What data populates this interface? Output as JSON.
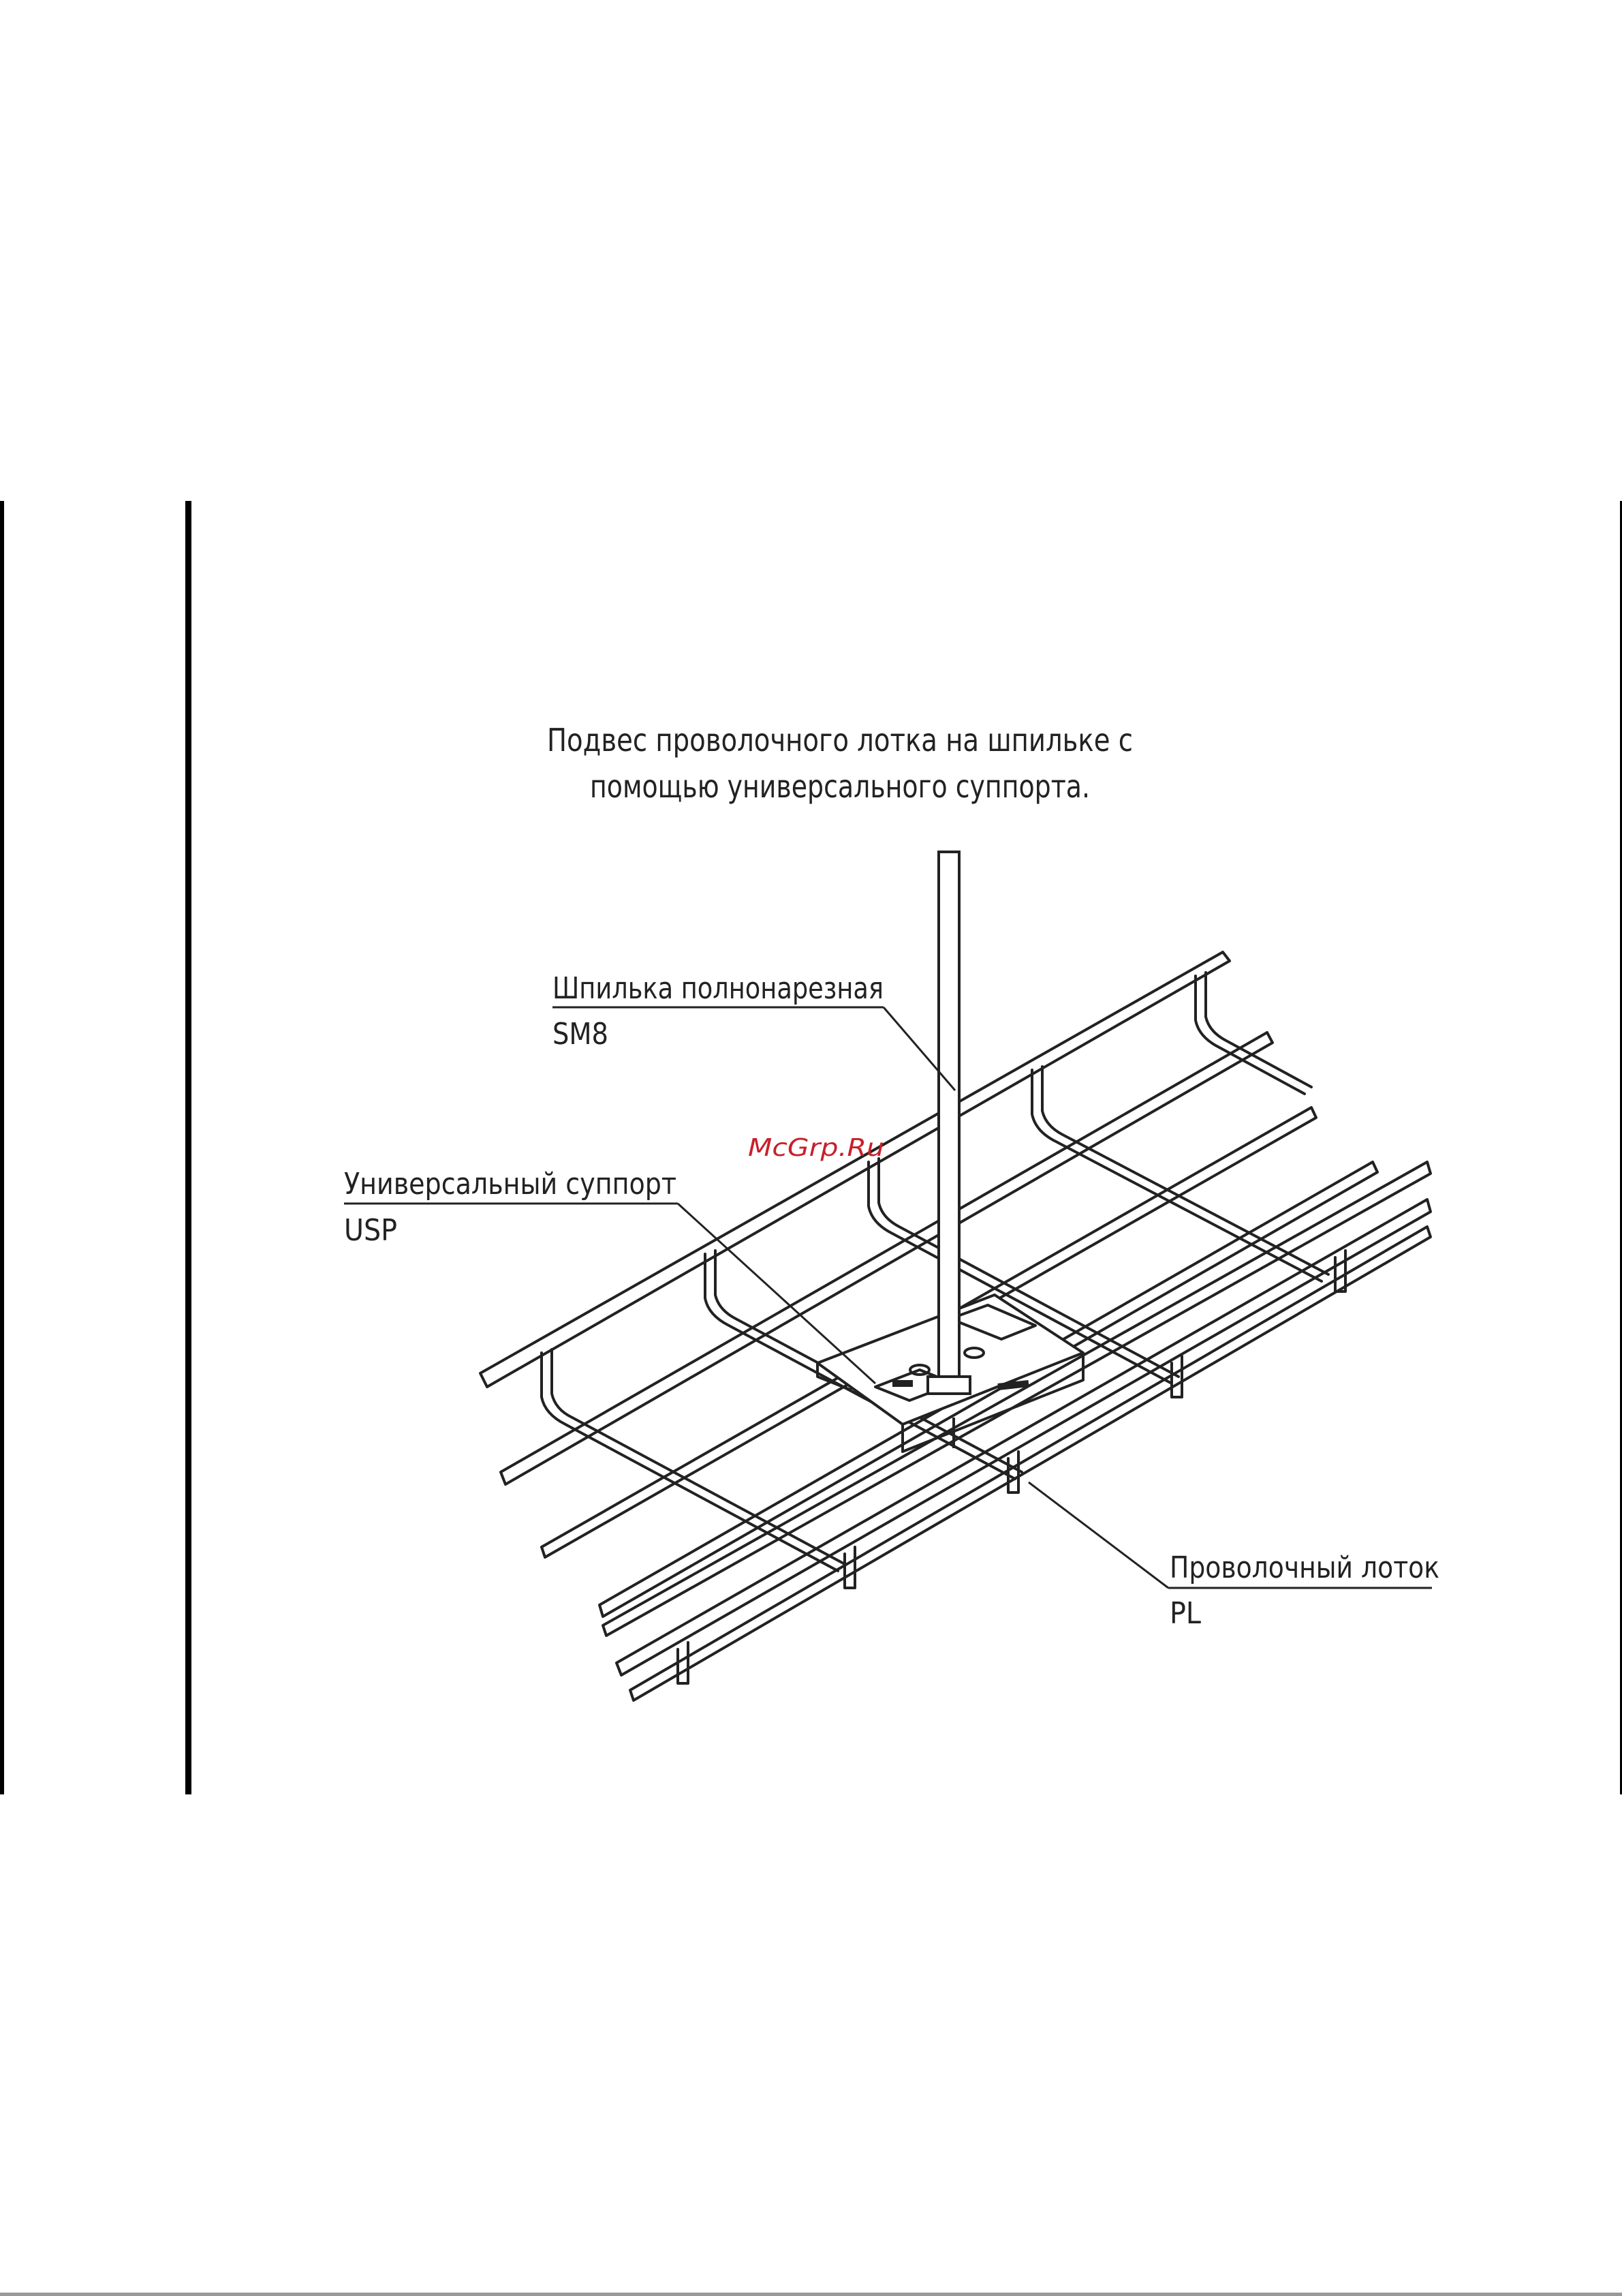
{
  "title": {
    "line1": "Подвес проволочного лотка на шпильке с",
    "line2": "помощью универсального суппорта."
  },
  "callouts": {
    "stud": {
      "name": "Шпилька полнонарезная",
      "code": "SM8"
    },
    "support": {
      "name": "Универсальный суппорт",
      "code": "USP"
    },
    "tray": {
      "name": "Проволочный лоток",
      "code": "PL"
    }
  },
  "watermark": "McGrp.Ru",
  "colors": {
    "line": "#222222",
    "watermark": "#c8202a",
    "frame": "#000000"
  }
}
